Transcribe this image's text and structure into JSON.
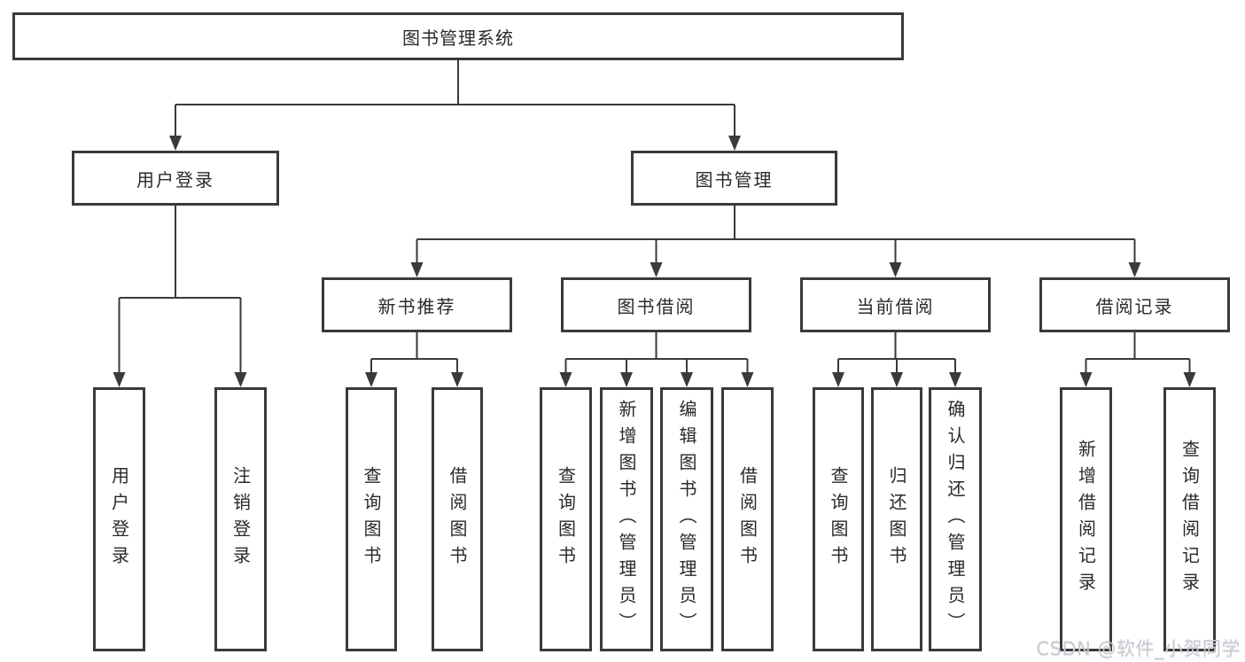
{
  "diagram": {
    "root": {
      "label": "图书管理系统"
    },
    "branches": [
      {
        "label": "用户登录",
        "children": [
          {
            "label": "用户登录"
          },
          {
            "label": "注销登录"
          }
        ]
      },
      {
        "label": "图书管理",
        "children": [
          {
            "label": "新书推荐",
            "children": [
              {
                "label": "查询图书"
              },
              {
                "label": "借阅图书"
              }
            ]
          },
          {
            "label": "图书借阅",
            "children": [
              {
                "label": "查询图书"
              },
              {
                "label": "新增图书（管理员）"
              },
              {
                "label": "编辑图书（管理员）"
              },
              {
                "label": "借阅图书"
              }
            ]
          },
          {
            "label": "当前借阅",
            "children": [
              {
                "label": "查询图书"
              },
              {
                "label": "归还图书"
              },
              {
                "label": "确认归还（管理员）"
              }
            ]
          },
          {
            "label": "借阅记录",
            "children": [
              {
                "label": "新增借阅记录"
              },
              {
                "label": "查询借阅记录"
              }
            ]
          }
        ]
      }
    ],
    "watermark": "CSDN @软件_小贺同学",
    "colors": {
      "line": "#3a3a3a",
      "border": "#3a3a3a",
      "text": "#2a2a2a",
      "watermark": "#c9ccd2",
      "background": "#ffffff"
    }
  }
}
